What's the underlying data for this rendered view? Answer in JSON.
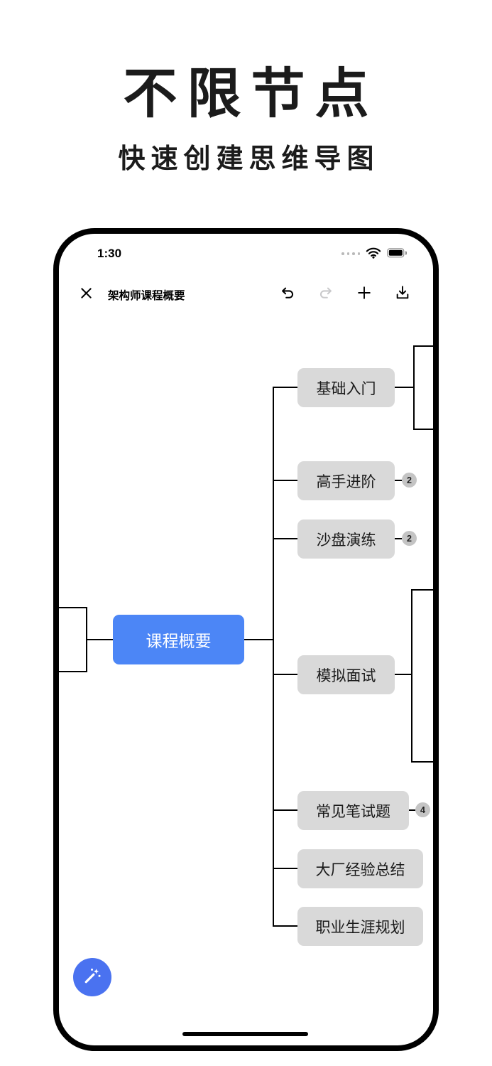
{
  "hero": {
    "title": "不限节点",
    "subtitle": "快速创建思维导图"
  },
  "phone": {
    "status_bar": {
      "time": "1:30",
      "icons": [
        "cellular-dots",
        "wifi-icon",
        "battery-icon"
      ]
    },
    "toolbar": {
      "title": "架构师课程概要",
      "icons": [
        "close-icon",
        "undo-icon",
        "redo-icon",
        "add-node-icon",
        "export-icon"
      ],
      "redo_disabled": true
    },
    "mindmap": {
      "root": {
        "label": "课程概要"
      },
      "branches": [
        {
          "label": "基础入门",
          "children_offscreen": true
        },
        {
          "label": "高手进阶",
          "badge": "2"
        },
        {
          "label": "沙盘演练",
          "badge": "2"
        },
        {
          "label": "模拟面试",
          "children_offscreen": true
        },
        {
          "label": "常见笔试题",
          "badge": "4"
        },
        {
          "label": "大厂经验总结"
        },
        {
          "label": "职业生涯规划"
        }
      ],
      "parent_offscreen_left": true
    },
    "fab": {
      "icon": "magic-wand-icon"
    },
    "colors": {
      "accent_blue": "#4C86F6",
      "fab_blue": "#4A72F0",
      "node_gray": "#D9D9D9",
      "badge_gray": "#C4C4C4",
      "line_black": "#000000",
      "disabled_gray": "#C9C9CB"
    }
  }
}
